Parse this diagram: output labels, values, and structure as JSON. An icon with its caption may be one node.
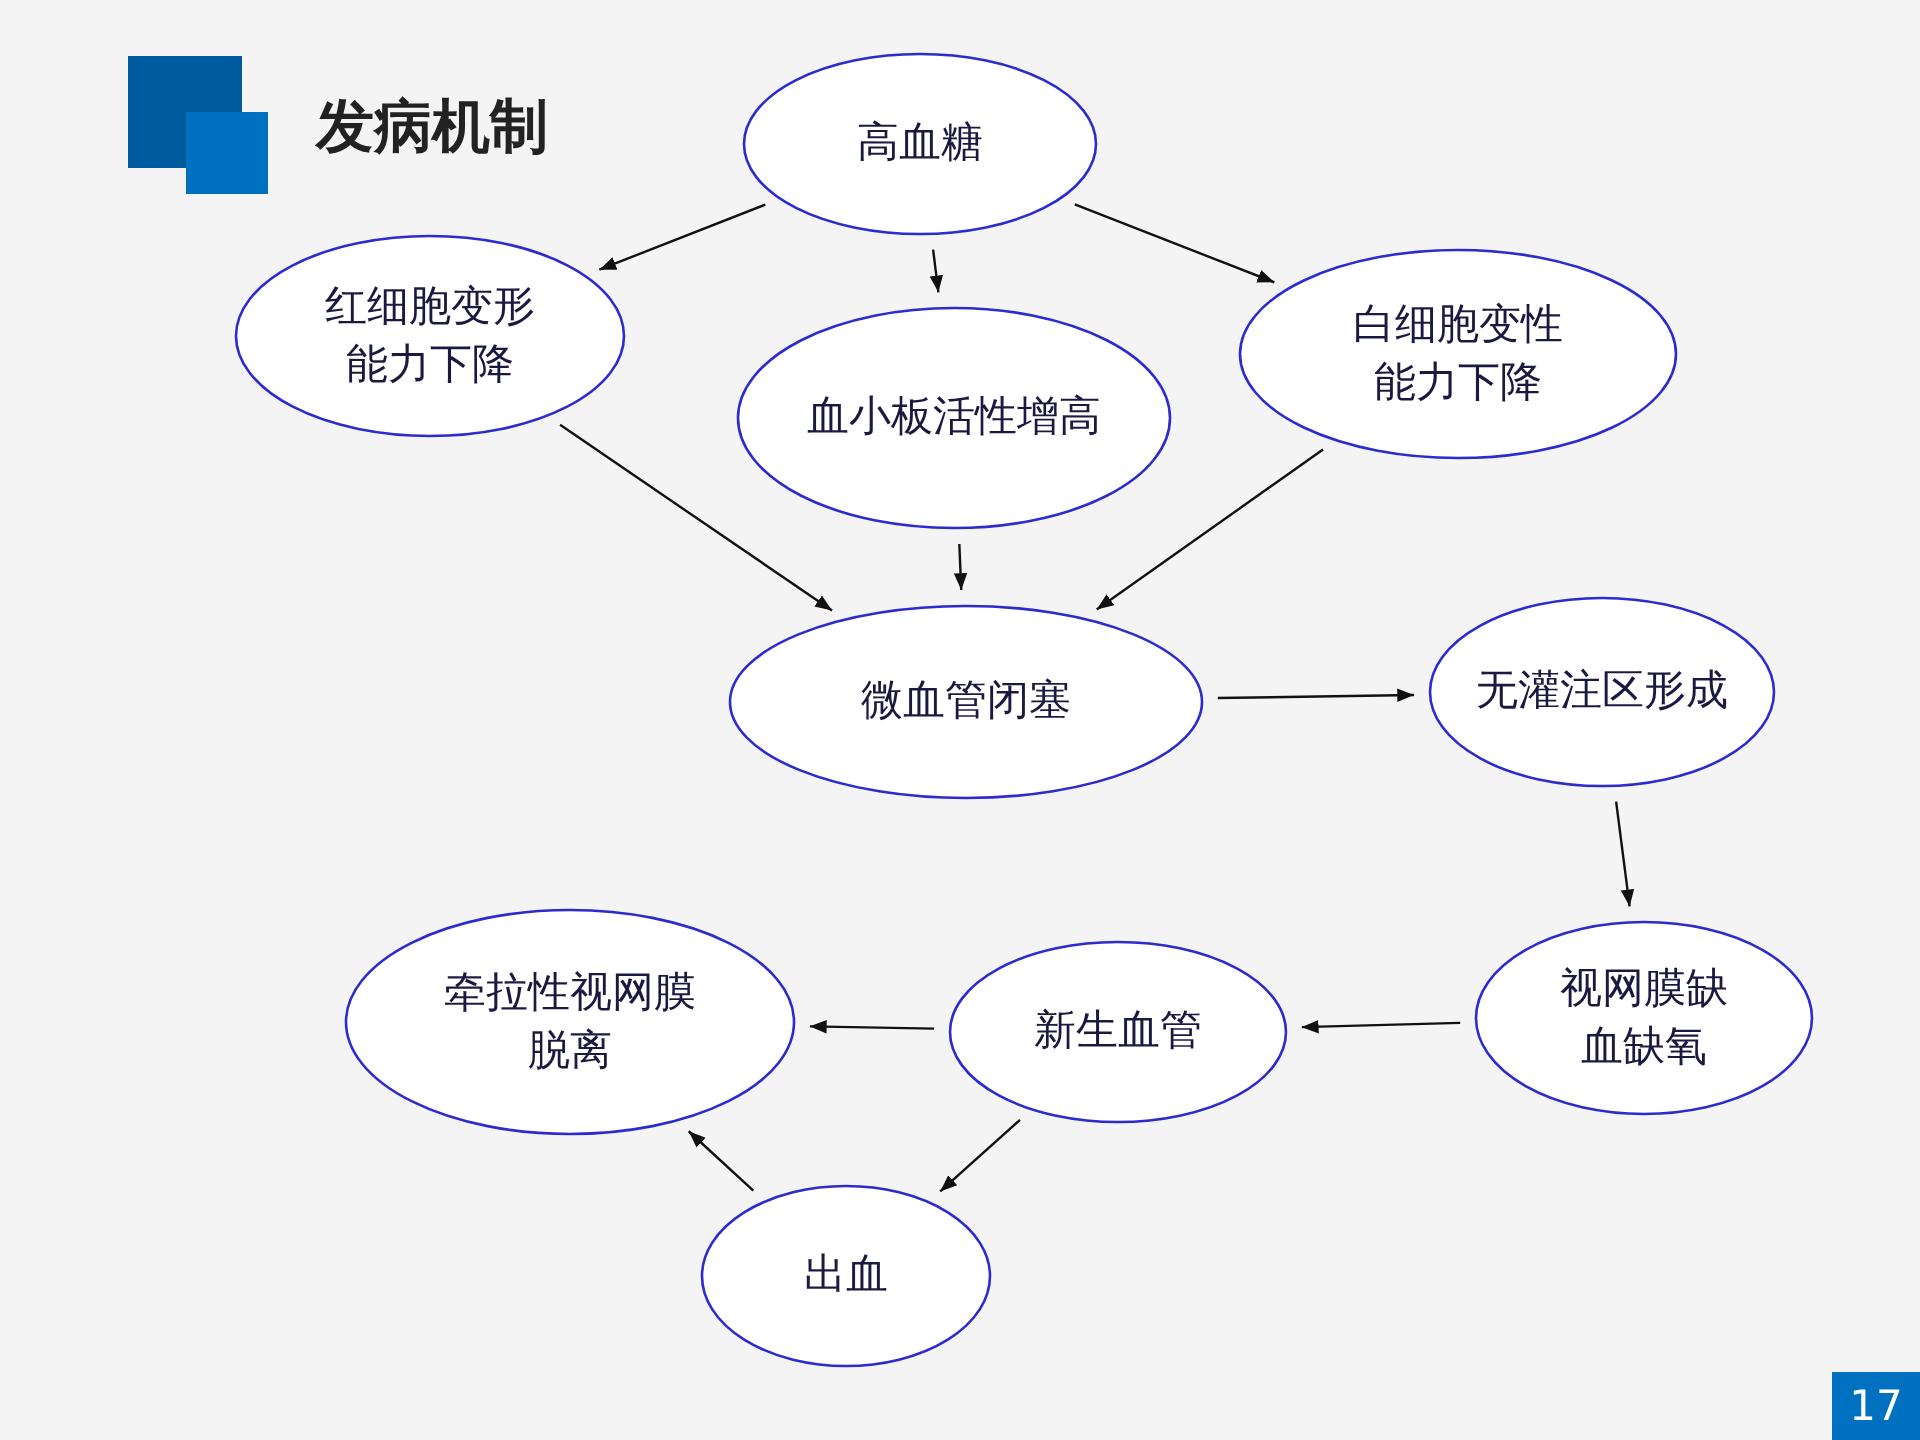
{
  "diagram": {
    "title": "发病机制",
    "nodes": [
      {
        "text": [
          "高血糖"
        ]
      },
      {
        "text": [
          "红细胞变形能力下降"
        ]
      },
      {
        "text": [
          "血小板活性增高"
        ]
      },
      {
        "text": [
          "白细胞变性能力下降"
        ]
      },
      {
        "text": [
          "微血管闭塞"
        ]
      },
      {
        "text": [
          "无灌注区形成"
        ]
      },
      {
        "text": [
          "视网膜缺血缺氧"
        ]
      },
      {
        "text": [
          "新生血管"
        ]
      },
      {
        "text": [
          "牵拉性视网膜脱离"
        ]
      },
      {
        "text": [
          "出血"
        ]
      }
    ],
    "edges": [
      {
        "from": 0,
        "to": 1,
        "arrow": "to"
      },
      {
        "from": 0,
        "to": 2,
        "arrow": "to"
      },
      {
        "from": 0,
        "to": 3,
        "arrow": "to"
      },
      {
        "from": 1,
        "to": 4,
        "arrow": "to"
      },
      {
        "from": 2,
        "to": 4,
        "arrow": "to"
      },
      {
        "from": 3,
        "to": 4,
        "arrow": "to"
      },
      {
        "from": 4,
        "to": 5,
        "arrow": "to"
      },
      {
        "from": 5,
        "to": 6,
        "arrow": "to"
      },
      {
        "from": 6,
        "to": 7,
        "arrow": "to"
      },
      {
        "from": 7,
        "to": 8,
        "arrow": "to"
      },
      {
        "from": 7,
        "to": 9,
        "arrow": "to"
      },
      {
        "from": 9,
        "to": 8,
        "arrow": "to"
      }
    ],
    "labels": [
      "17"
    ]
  }
}
